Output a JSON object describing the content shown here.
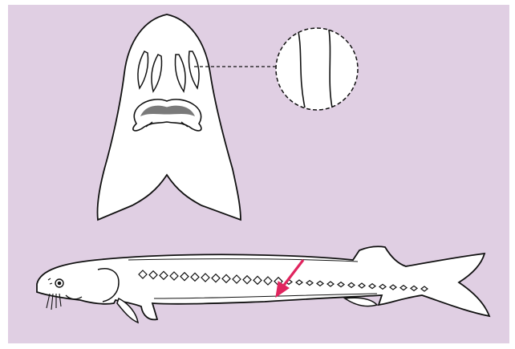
{
  "figure": {
    "background_color": "#ffffff",
    "panel_color": "#e0cfe3",
    "outline_color": "#111111",
    "mouth_fill_color": "#7a7a7a",
    "arrow_color": "#e0245e",
    "views": [
      {
        "name": "ventral-head-view"
      },
      {
        "name": "scute-magnified-callout"
      },
      {
        "name": "lateral-body-view"
      }
    ]
  }
}
